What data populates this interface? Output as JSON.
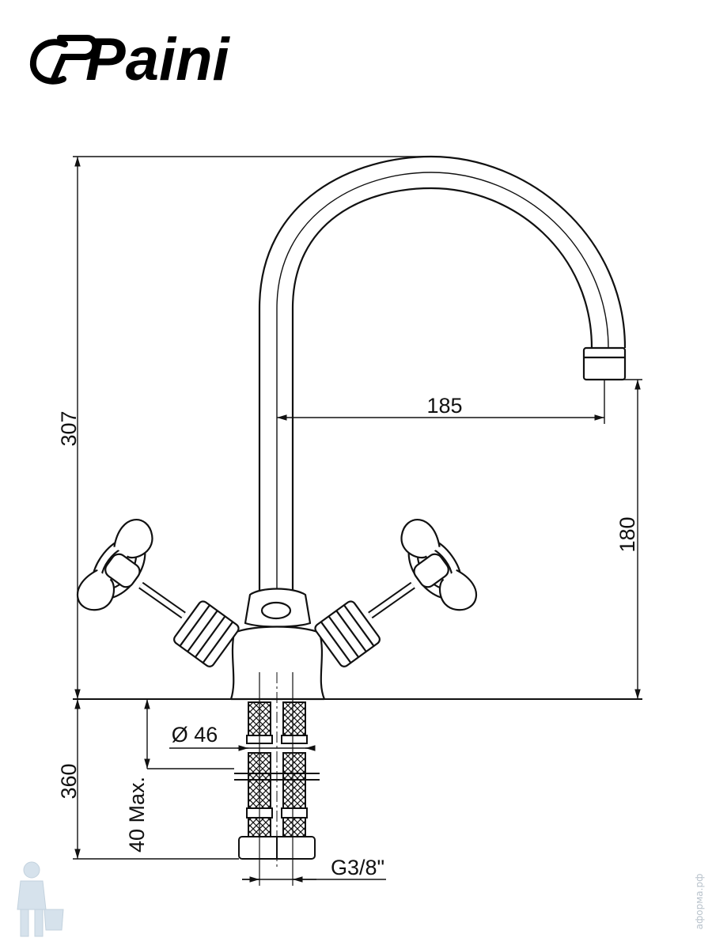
{
  "brand": {
    "name": "Paini"
  },
  "dimensions": {
    "total_height": "307",
    "spout_reach": "185",
    "spout_height": "180",
    "under_counter_length": "360",
    "max_counter_thickness": "40 Max.",
    "base_diameter": "Ø 46",
    "thread_size": "G3/8\""
  },
  "watermark": {
    "text": "аформа.рф"
  },
  "colors": {
    "line": "#111111",
    "background": "#ffffff",
    "watermark": "#b9c3cc"
  }
}
